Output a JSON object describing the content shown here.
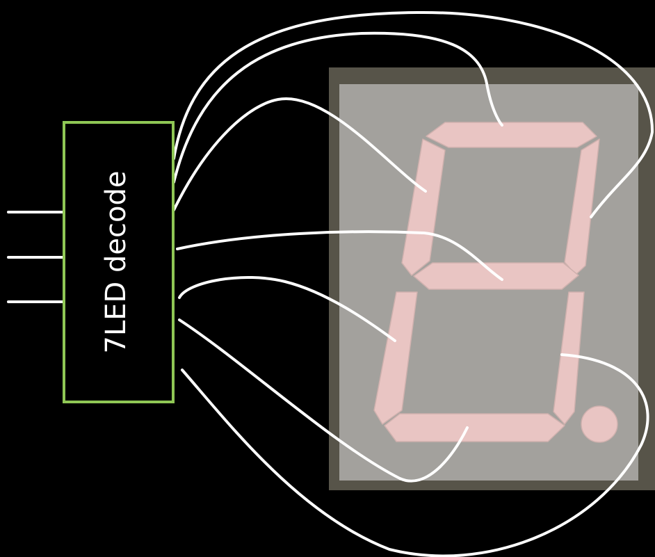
{
  "decoder": {
    "label": "7LED decode",
    "border_color": "#8fc755"
  },
  "display": {
    "frame_color": "#575449",
    "face_color": "#a3a19d",
    "segment_color": "#e9c5c3",
    "wire_color": "#ffffff",
    "segments": [
      "a",
      "b",
      "c",
      "d",
      "e",
      "f",
      "g",
      "dp"
    ]
  }
}
